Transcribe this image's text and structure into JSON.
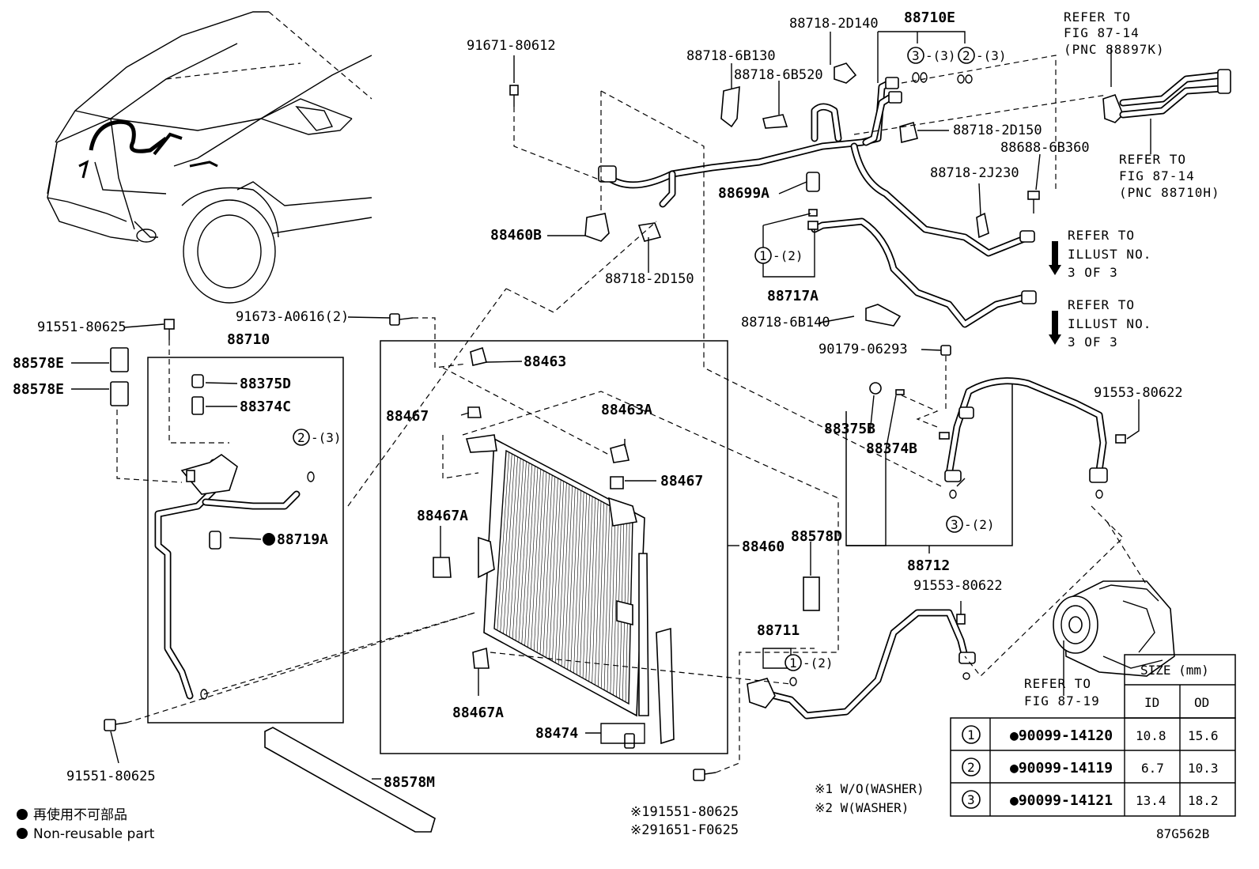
{
  "diagram_code": "87G562B",
  "legend": {
    "bullet_jp": "再使用不可部品",
    "bullet_en": "Non-reusable part",
    "note1": "※1 W/O(WASHER)",
    "note2": "※2 W(WASHER)"
  },
  "parts": {
    "p91671_80612": "91671-80612",
    "p88718_2D140": "88718-2D140",
    "p88710E": "88710E",
    "p88718_6B130": "88718-6B130",
    "p88718_6B520": "88718-6B520",
    "p88718_2D150a": "88718-2D150",
    "p88688_6B360": "88688-6B360",
    "p88718_2J230": "88718-2J230",
    "p88699A": "88699A",
    "p88460B": "88460B",
    "p88718_2D150b": "88718-2D150",
    "p88717A": "88717A",
    "p91673_A0616": "91673-A0616(2)",
    "p88718_6B140": "88718-6B140",
    "p90179_06293": "90179-06293",
    "p91551_80625a": "91551-80625",
    "p88710": "88710",
    "p88578E_1": "88578E",
    "p88578E_2": "88578E",
    "p88375D": "88375D",
    "p88374C": "88374C",
    "p88719A": "88719A",
    "p88463": "88463",
    "p88467a": "88467",
    "p88463A": "88463A",
    "p88467b": "88467",
    "p88467A_1": "88467A",
    "p88467A_2": "88467A",
    "p88460": "88460",
    "p88474": "88474",
    "p88578M": "88578M",
    "p91551_80625b": "91551-80625",
    "p88375B": "88375B",
    "p88374B": "88374B",
    "p91553_80622a": "91553-80622",
    "p88578D": "88578D",
    "p88712": "88712",
    "p91553_80622b": "91553-80622",
    "p88711": "88711",
    "p_note91551": "※191551-80625",
    "p_note91651": "※291651-F0625"
  },
  "refs": {
    "ref1_l1": "REFER TO",
    "ref1_l2": "FIG 87-14",
    "ref1_l3": "(PNC 88897K)",
    "ref2_l1": "REFER TO",
    "ref2_l2": "FIG 87-14",
    "ref2_l3": "(PNC 88710H)",
    "ref3_l1": "REFER TO",
    "ref3_l2": "ILLUST NO.",
    "ref3_l3": "3 OF 3",
    "ref4_l1": "REFER TO",
    "ref4_l2": "ILLUST NO.",
    "ref4_l3": "3 OF 3",
    "ref5_l1": "REFER TO",
    "ref5_l2": "FIG 87-19"
  },
  "callouts": {
    "c3_3": "-(3)",
    "c2_3": "-(3)",
    "c1_2": "-(2)",
    "c2_3b": "-(3)",
    "c3_2": "-(2)",
    "c1_2b": "-(2)",
    "n1": "1",
    "n2": "2",
    "n3": "3"
  },
  "size_table": {
    "title": "SIZE (mm)",
    "col_id": "ID",
    "col_od": "OD",
    "rows": [
      {
        "num": "1",
        "part": "●90099-14120",
        "id": "10.8",
        "od": "15.6"
      },
      {
        "num": "2",
        "part": "●90099-14119",
        "id": "6.7",
        "od": "10.3"
      },
      {
        "num": "3",
        "part": "●90099-14121",
        "id": "13.4",
        "od": "18.2"
      }
    ]
  }
}
